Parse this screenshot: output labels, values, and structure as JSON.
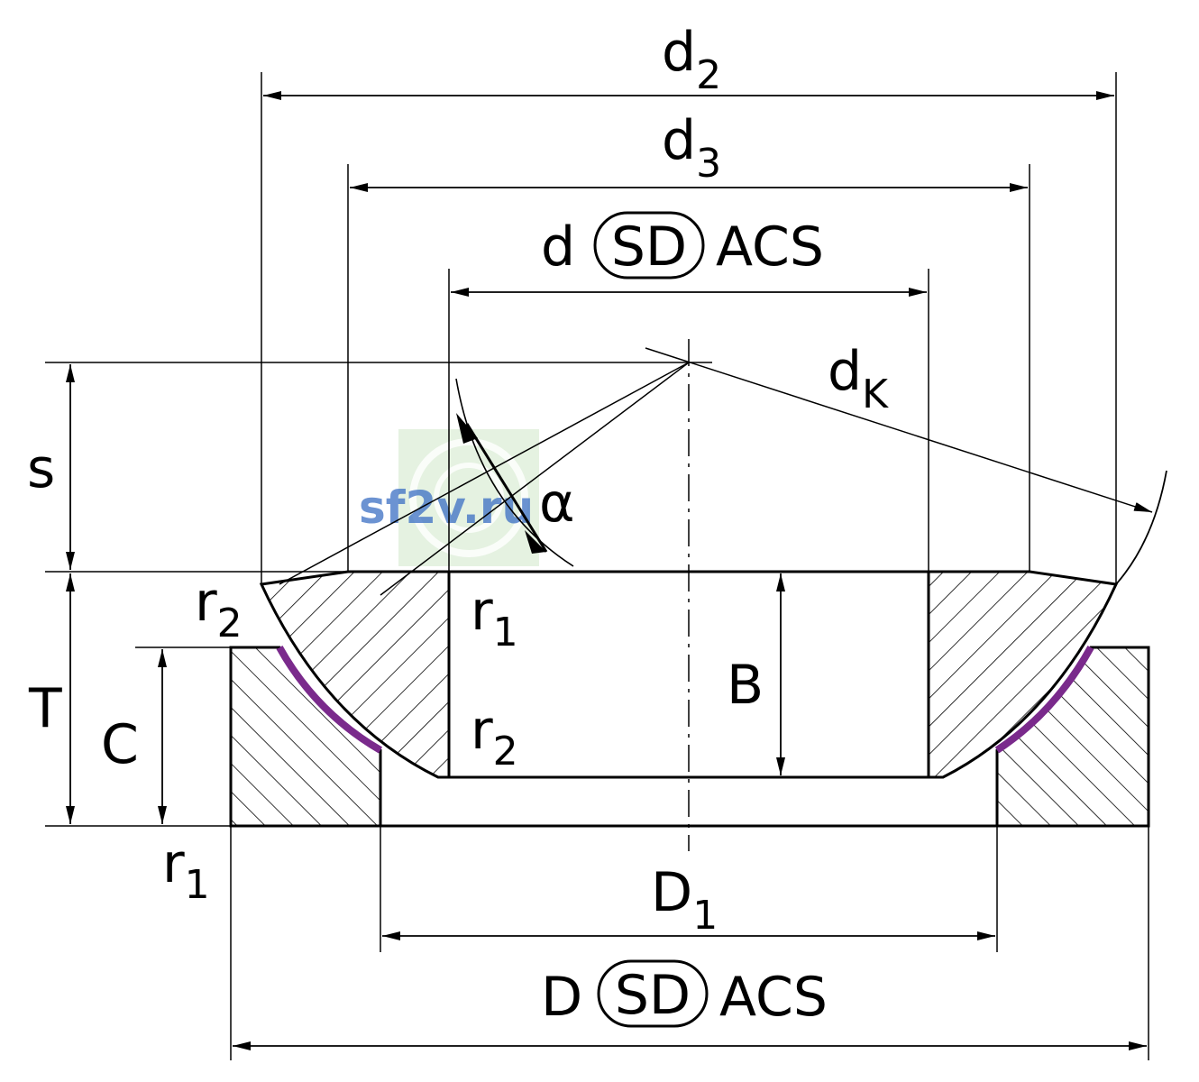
{
  "labels": {
    "d2": {
      "main": "d",
      "sub": "2"
    },
    "d3": {
      "main": "d",
      "sub": "3"
    },
    "d_bore": {
      "main": "d",
      "sd": "SD",
      "acs": "ACS"
    },
    "dK": {
      "main": "d",
      "sub": "K"
    },
    "alpha": "α",
    "s": "s",
    "T": "T",
    "C": "C",
    "B": "B",
    "r2_top": {
      "main": "r",
      "sub": "2"
    },
    "r1_inner_top": {
      "main": "r",
      "sub": "1"
    },
    "r2_inner_bottom": {
      "main": "r",
      "sub": "2"
    },
    "r1_bottom": {
      "main": "r",
      "sub": "1"
    },
    "D1": {
      "main": "D",
      "sub": "1"
    },
    "D_outer": {
      "main": "D",
      "sd": "SD",
      "acs": "ACS"
    }
  },
  "watermark": "sf2v.ru",
  "colors": {
    "line": "#000000",
    "sliding_layer": "#7a2a8c",
    "watermark_text": "#3b6fc4",
    "watermark_bg": "#cfe8c8"
  }
}
